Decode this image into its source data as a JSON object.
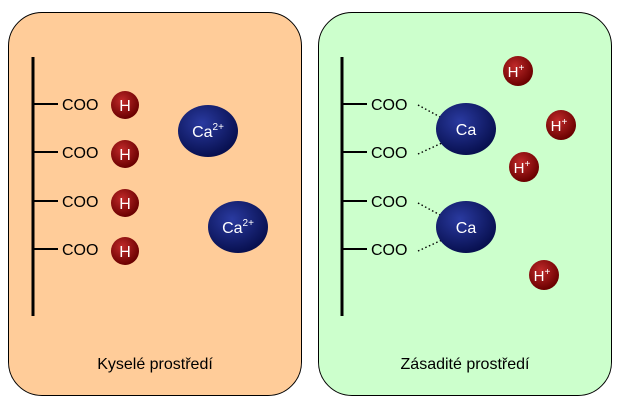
{
  "panels": {
    "acid": {
      "caption": "Kyselé prostředí"
    },
    "base": {
      "caption": "Zásadité prostředí"
    }
  },
  "labels": {
    "coo": "COO",
    "h": "H",
    "h_ion": "H",
    "h_charge": "+",
    "ca": "Ca",
    "ca_charge": "2+"
  },
  "colors": {
    "acid_bg": "#ffcc99",
    "base_bg": "#ccffcc",
    "h_ball": "#8b0a0a",
    "ca_ball": "#0f1a6e"
  }
}
